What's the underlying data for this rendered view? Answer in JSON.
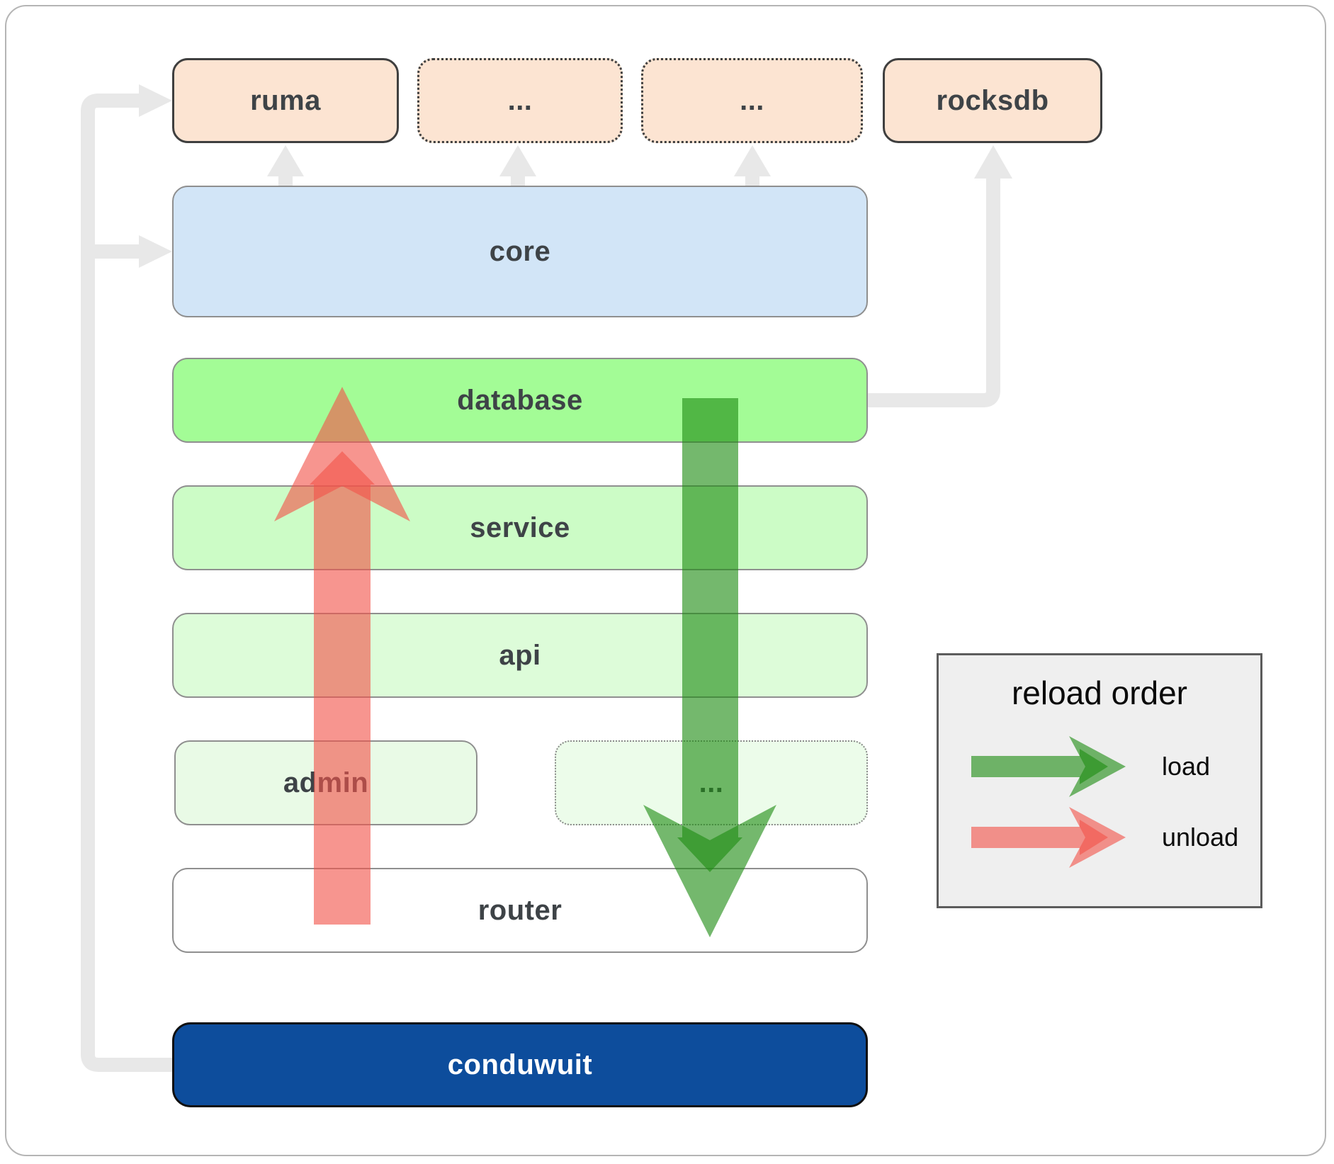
{
  "diagram": {
    "boxes": {
      "ruma": {
        "label": "ruma"
      },
      "deps_more_1": {
        "label": "..."
      },
      "deps_more_2": {
        "label": "..."
      },
      "rocksdb": {
        "label": "rocksdb"
      },
      "core": {
        "label": "core"
      },
      "database": {
        "label": "database"
      },
      "service": {
        "label": "service"
      },
      "api": {
        "label": "api"
      },
      "admin": {
        "label": "admin"
      },
      "crates_more": {
        "label": "..."
      },
      "router": {
        "label": "router"
      },
      "conduwuit": {
        "label": "conduwuit"
      }
    },
    "colors": {
      "dependency_box_fill": "#fce4d2",
      "core_fill": "#d2e5f7",
      "database_fill": "#a3fc96",
      "service_fill": "#ccfcc6",
      "api_fill": "#ddfcd9",
      "admin_fill": "#e9fae6",
      "router_fill": "#ffffff",
      "conduwuit_fill": "#0d4d9c",
      "load_arrow_color": "#1e8c14",
      "unload_arrow_color": "#f2544a",
      "connector_color": "#e8e8e8"
    }
  },
  "legend": {
    "title": "reload order",
    "items": [
      {
        "label": "load",
        "color": "#1e8c14"
      },
      {
        "label": "unload",
        "color": "#f2544a"
      }
    ]
  }
}
